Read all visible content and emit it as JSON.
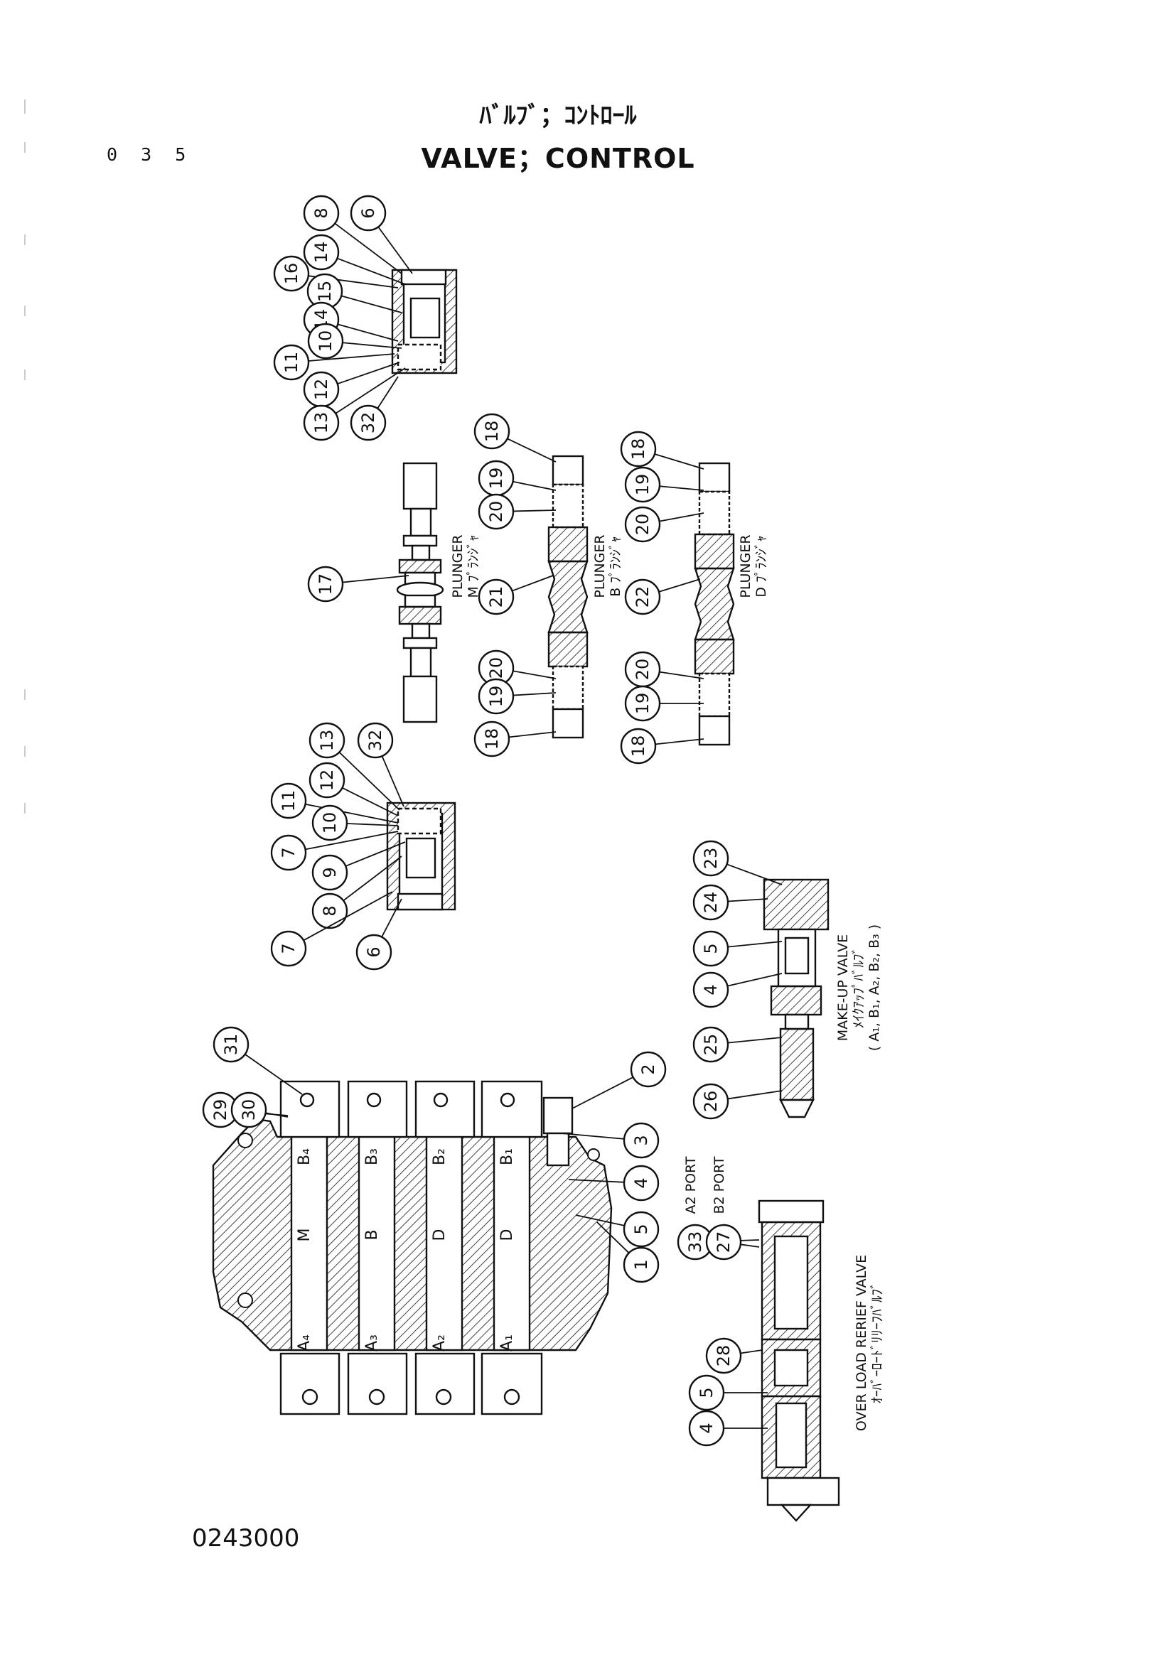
{
  "page_number": "0 3 5",
  "title_jp": "ﾊﾞﾙﾌﾞ；ｺﾝﾄﾛｰﾙ",
  "title_en": "VALVE；CONTROL",
  "drawing_number": "0243000",
  "labels": {
    "plunger_m": [
      "PLUNGER",
      "M ﾌﾟﾗﾝｼﾞｬ"
    ],
    "plunger_b": [
      "PLUNGER",
      "B ﾌﾟﾗﾝｼﾞｬ"
    ],
    "plunger_d": [
      "PLUNGER",
      "D ﾌﾟﾗﾝｼﾞｬ"
    ],
    "makeup_valve": [
      "MAKE-UP VALVE",
      "ﾒｲｸｱｯﾌﾟﾊﾞﾙﾌﾞ",
      "( A₁, B₁, A₂, B₂, B₃ )"
    ],
    "relief_valve": [
      "OVER LOAD RERIEF VALVE",
      "ｵｰﾊﾞｰﾛｰﾄﾞﾘﾘｰﾌﾊﾞﾙﾌﾞ"
    ],
    "port_a2": "A2 PORT",
    "port_b2": "B2 PORT"
  },
  "spool_labels": [
    "M",
    "B",
    "D",
    "D"
  ],
  "port_labels_top": [
    "B₄",
    "B₃",
    "B₂",
    "B₁"
  ],
  "port_labels_bottom": [
    "A₄",
    "A₃",
    "A₂",
    "A₁"
  ],
  "callouts": {
    "top_assy": [
      "8",
      "6",
      "14",
      "16",
      "15",
      "14",
      "10",
      "11",
      "12",
      "13",
      "32"
    ],
    "plunger_m": [
      "17"
    ],
    "plunger_b": [
      "18",
      "19",
      "20",
      "21",
      "20",
      "19",
      "18"
    ],
    "plunger_d": [
      "18",
      "19",
      "20",
      "22",
      "20",
      "19",
      "18"
    ],
    "mid_assy": [
      "13",
      "32",
      "12",
      "11",
      "10",
      "7",
      "9",
      "8",
      "7",
      "6"
    ],
    "makeup": [
      "23",
      "24",
      "5",
      "4",
      "25",
      "26"
    ],
    "body": [
      "31",
      "29",
      "30",
      "2",
      "3",
      "4",
      "5",
      "1"
    ],
    "relief": [
      "33",
      "27",
      "28",
      "4",
      "5"
    ]
  }
}
